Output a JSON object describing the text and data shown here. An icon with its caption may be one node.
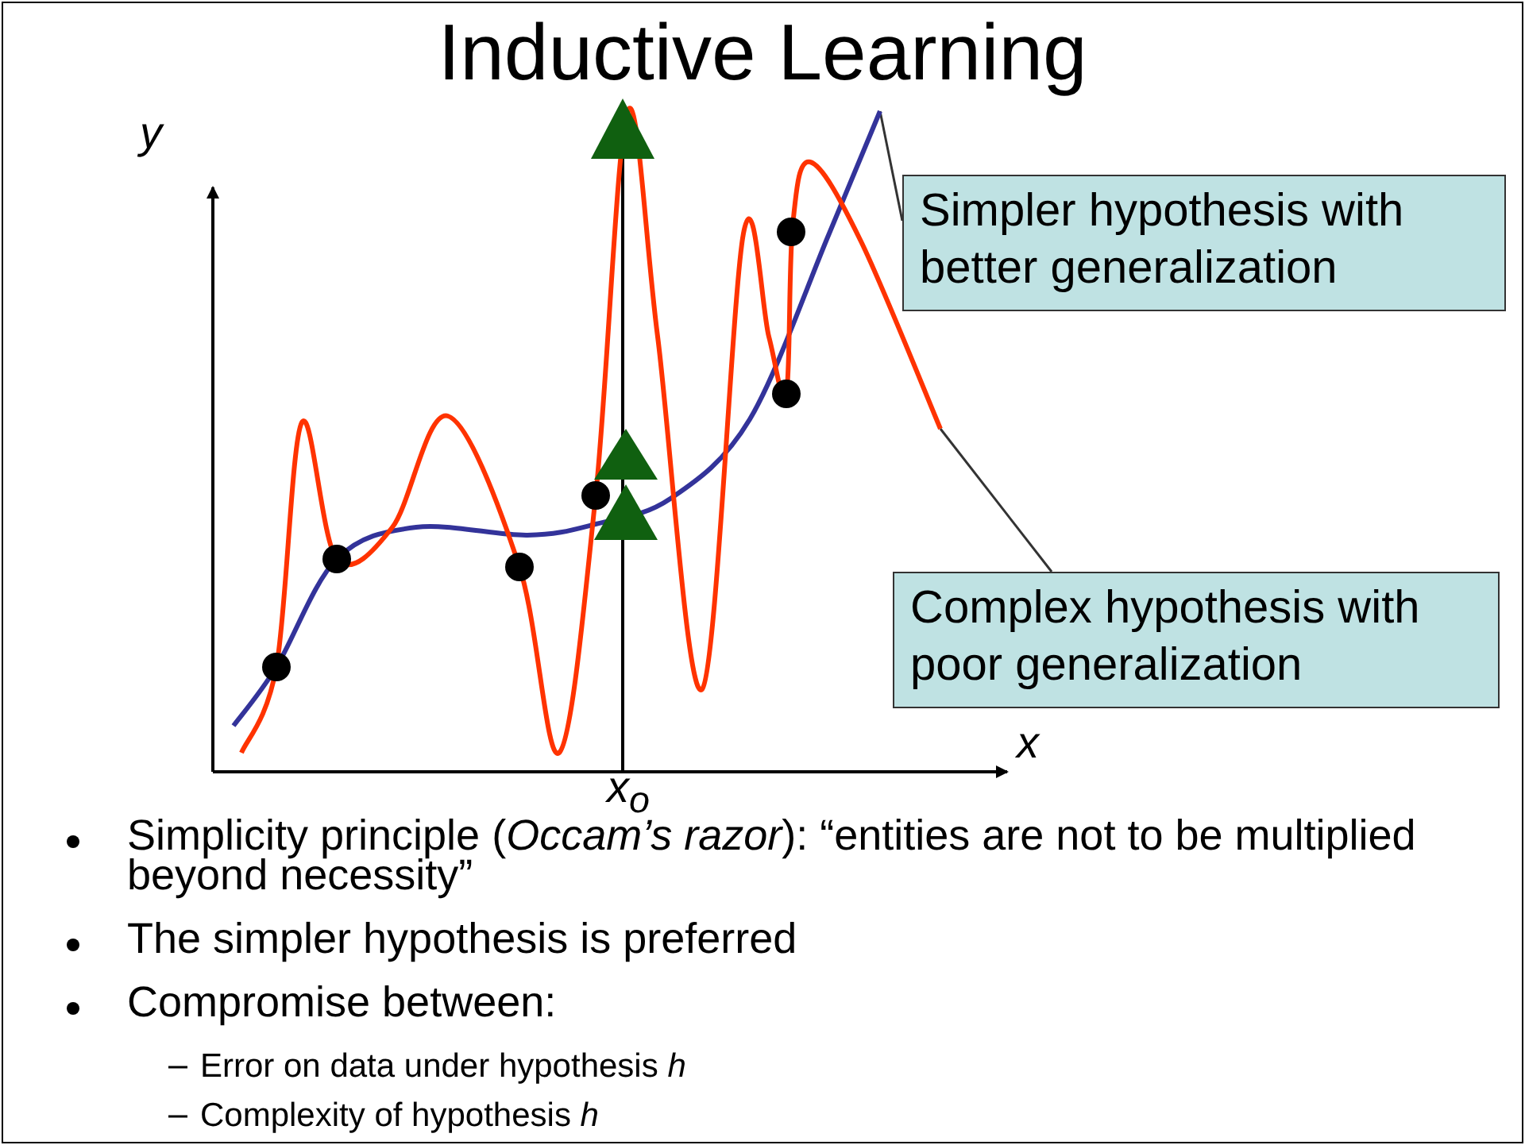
{
  "diagram": {
    "title": "Inductive Learning",
    "nodes": [
      {
        "text": [
          "Simpler hypothesis with better generalization"
        ]
      },
      {
        "text": [],
        "shape": "line"
      },
      {
        "text": [
          "Complex hypothesis with poor generalization"
        ]
      },
      {
        "text": [],
        "shape": "line"
      }
    ],
    "edges": [
      {
        "from": 0,
        "to": 1,
        "arrow": "none"
      },
      {
        "from": 2,
        "to": 3,
        "arrow": "none"
      }
    ],
    "labels": [
      "y",
      "x",
      "x$_{o}$",
      "Simplicity principle (*Occam’s razor*): “entities are not to be multiplied beyond necessity”",
      "The simpler hypothesis is preferred",
      "Compromise between:",
      "Error on data under hypothesis *h*",
      "Complexity of hypothesis *h*"
    ]
  }
}
